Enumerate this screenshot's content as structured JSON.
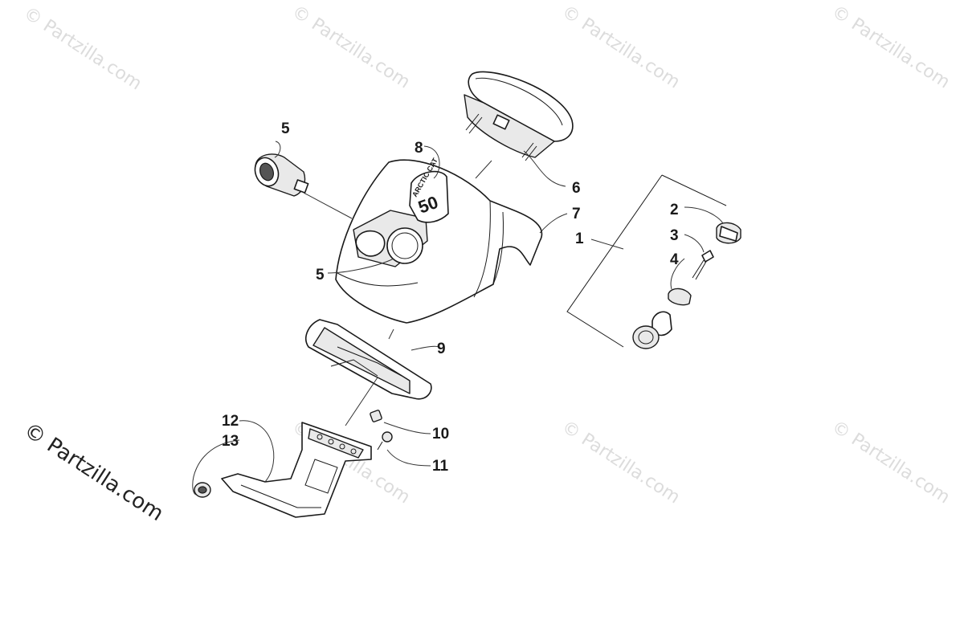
{
  "watermark": {
    "faint_text": "© Partzilla.com",
    "corner_text": "© Partzilla.com"
  },
  "logo": {
    "brand": "ARCTIC CAT",
    "model": "50"
  },
  "callouts": [
    {
      "id": "callout-1",
      "label": "1"
    },
    {
      "id": "callout-2",
      "label": "2"
    },
    {
      "id": "callout-3",
      "label": "3"
    },
    {
      "id": "callout-4",
      "label": "4"
    },
    {
      "id": "callout-5a",
      "label": "5"
    },
    {
      "id": "callout-5b",
      "label": "5"
    },
    {
      "id": "callout-6",
      "label": "6"
    },
    {
      "id": "callout-7",
      "label": "7"
    },
    {
      "id": "callout-8",
      "label": "8"
    },
    {
      "id": "callout-9",
      "label": "9"
    },
    {
      "id": "callout-10",
      "label": "10"
    },
    {
      "id": "callout-11",
      "label": "11"
    },
    {
      "id": "callout-12",
      "label": "12"
    },
    {
      "id": "callout-13",
      "label": "13"
    }
  ]
}
